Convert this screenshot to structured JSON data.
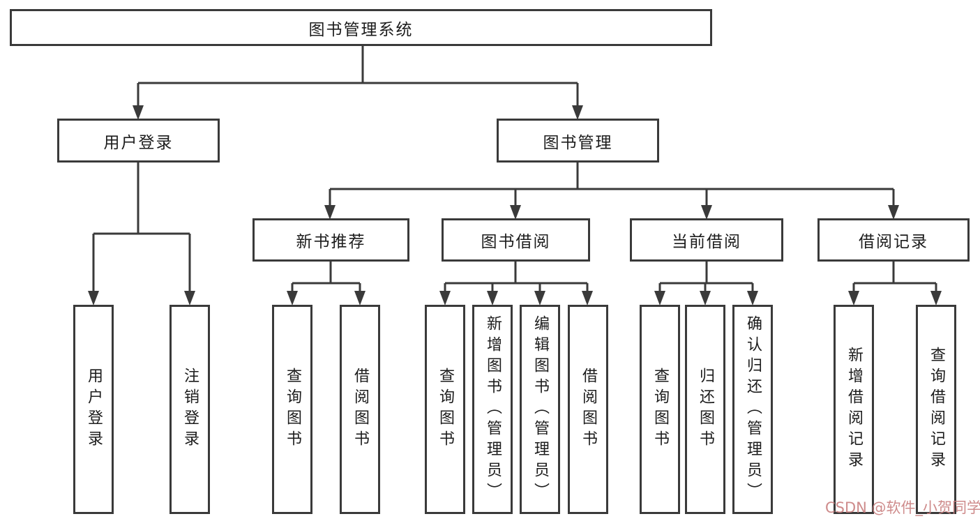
{
  "diagram": {
    "type": "tree",
    "tree": {
      "label": "图书管理系统",
      "children": [
        {
          "label": "用户登录",
          "children": [
            {
              "label": "用户登录"
            },
            {
              "label": "注销登录"
            }
          ]
        },
        {
          "label": "图书管理",
          "children": [
            {
              "label": "新书推荐",
              "children": [
                {
                  "label": "查询图书"
                },
                {
                  "label": "借阅图书"
                }
              ]
            },
            {
              "label": "图书借阅",
              "children": [
                {
                  "label": "查询图书"
                },
                {
                  "label": "新增图书（管理员）"
                },
                {
                  "label": "编辑图书（管理员）"
                },
                {
                  "label": "借阅图书"
                }
              ]
            },
            {
              "label": "当前借阅",
              "children": [
                {
                  "label": "查询图书"
                },
                {
                  "label": "归还图书"
                },
                {
                  "label": "确认归还（管理员）"
                }
              ]
            },
            {
              "label": "借阅记录",
              "children": [
                {
                  "label": "新增借阅记录"
                },
                {
                  "label": "查询借阅记录"
                }
              ]
            }
          ]
        }
      ]
    },
    "colors": {
      "line": "#3a3a3a",
      "text": "#1c1c1c",
      "background": "#ffffff",
      "watermark": "#c97e7e"
    }
  },
  "watermark": {
    "text": "CSDN @软件_小贺同学"
  }
}
